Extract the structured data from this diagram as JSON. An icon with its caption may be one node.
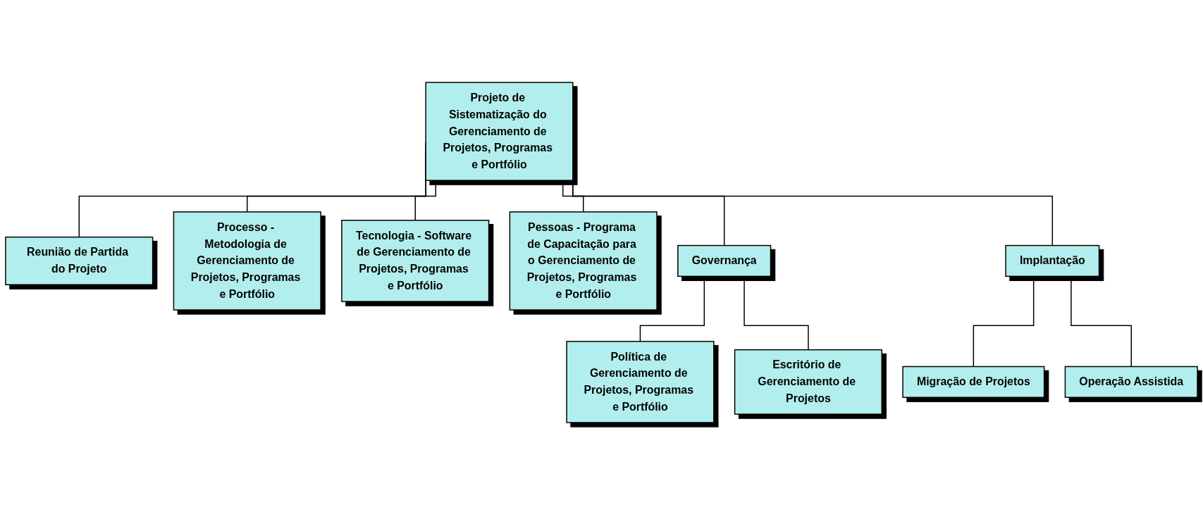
{
  "diagram": {
    "nodes": [
      {
        "text": [
          "Projeto de Sistematização do Gerenciamento de Projetos, Programas e Portfólio"
        ]
      },
      {
        "text": [
          "Reunião de Partida do Projeto"
        ]
      },
      {
        "text": [
          "Processo - Metodologia de Gerenciamento de Projetos, Programas e Portfólio"
        ]
      },
      {
        "text": [
          "Tecnologia - Software de Gerenciamento de Projetos, Programas e Portfólio"
        ]
      },
      {
        "text": [
          "Pessoas - Programa de Capacitação para o Gerenciamento de Projetos, Programas e Portfólio"
        ]
      },
      {
        "text": [
          "Governança"
        ]
      },
      {
        "text": [
          "Política de Gerenciamento de Projetos, Programas e Portfólio"
        ]
      },
      {
        "text": [
          "Escritório de Gerenciamento de Projetos"
        ]
      },
      {
        "text": [
          "Implantação"
        ]
      },
      {
        "text": [
          "Migração de Projetos"
        ]
      },
      {
        "text": [
          "Operação Assistida"
        ]
      }
    ],
    "edges": [
      {
        "from": 0,
        "to": 1,
        "arrow": "none"
      },
      {
        "from": 0,
        "to": 2,
        "arrow": "none"
      },
      {
        "from": 0,
        "to": 3,
        "arrow": "none"
      },
      {
        "from": 0,
        "to": 4,
        "arrow": "none"
      },
      {
        "from": 0,
        "to": 5,
        "arrow": "none"
      },
      {
        "from": 0,
        "to": 8,
        "arrow": "none"
      },
      {
        "from": 5,
        "to": 6,
        "arrow": "none"
      },
      {
        "from": 5,
        "to": 7,
        "arrow": "none"
      },
      {
        "from": 8,
        "to": 9,
        "arrow": "none"
      },
      {
        "from": 8,
        "to": 10,
        "arrow": "none"
      }
    ]
  }
}
